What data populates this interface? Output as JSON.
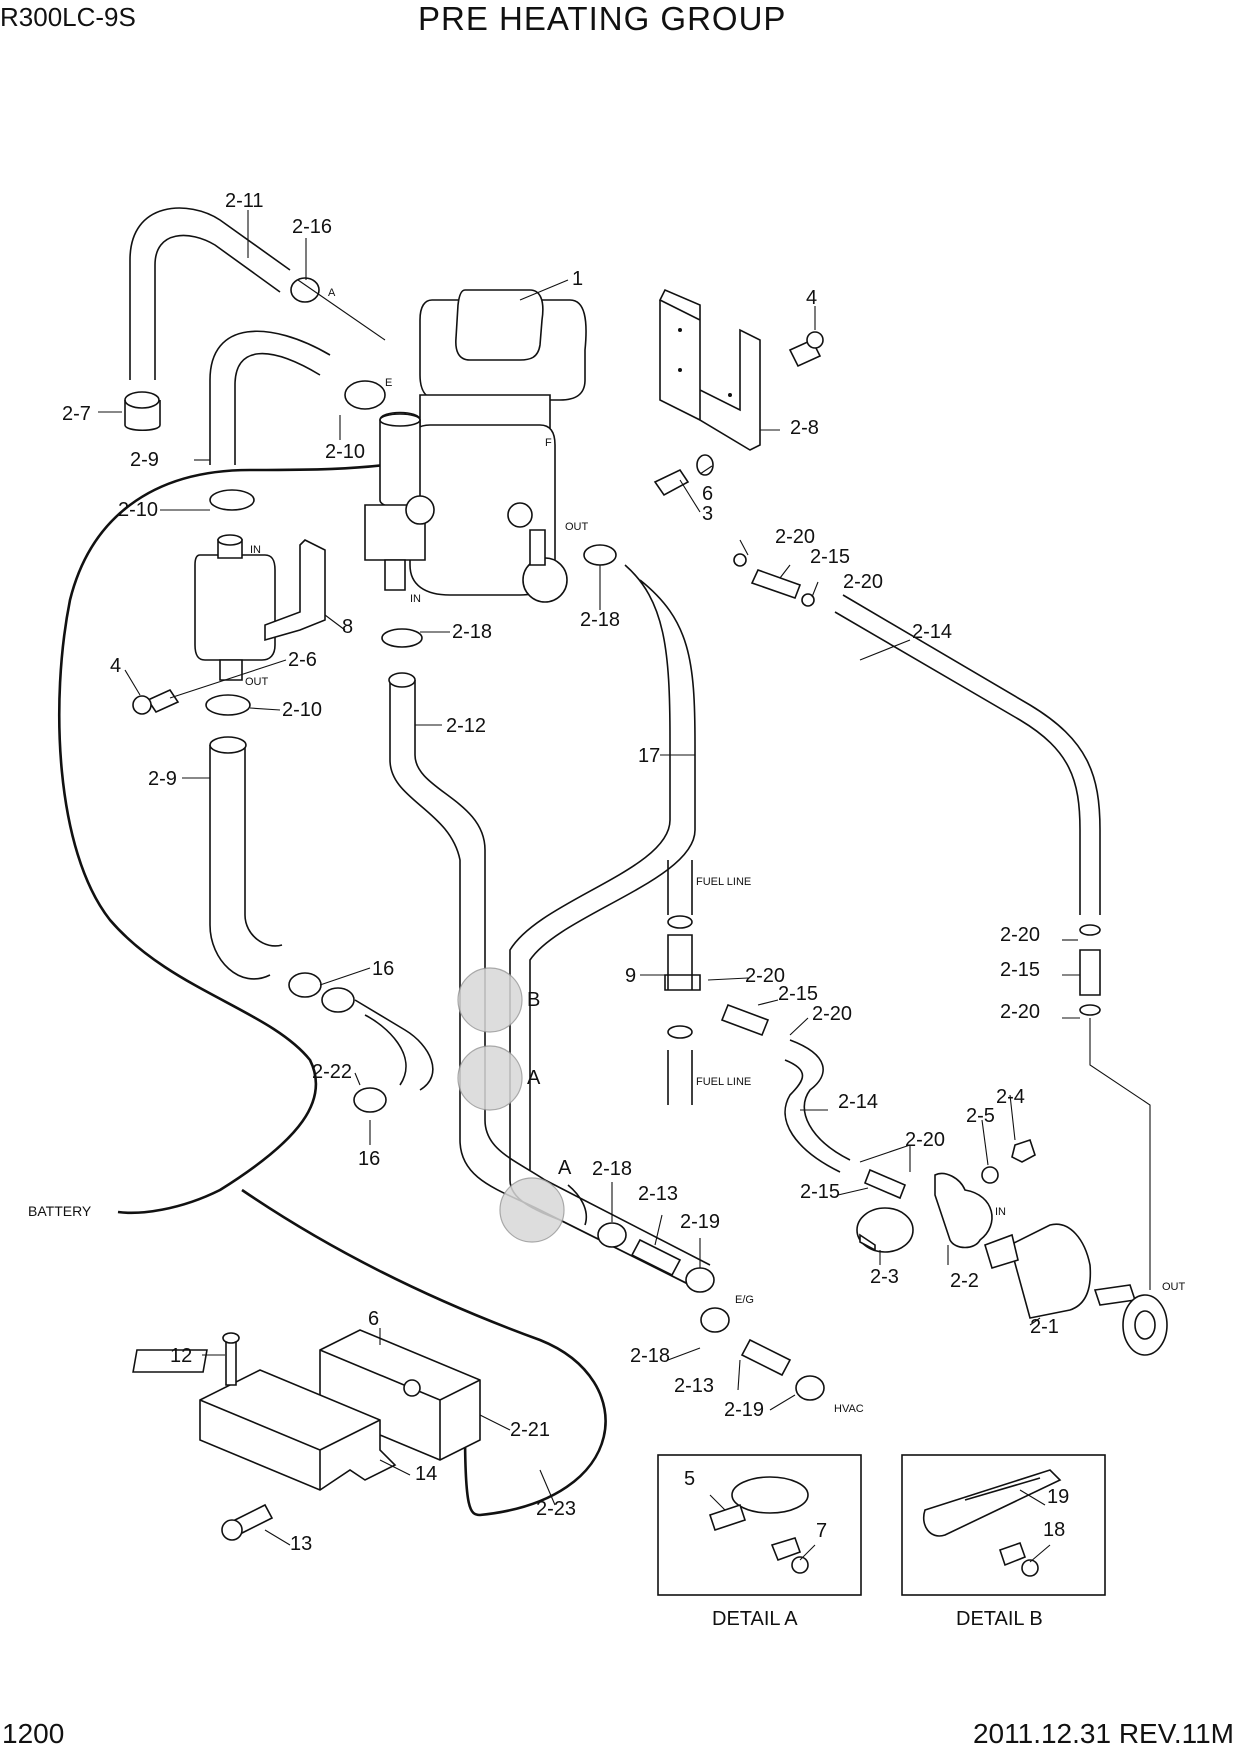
{
  "header": {
    "model": "R300LC-9S",
    "title": "PRE HEATING GROUP",
    "page_number": "1200",
    "revision": "2011.12.31  REV.11M"
  },
  "part_labels": [
    {
      "id": "p1",
      "text": "1"
    },
    {
      "id": "p2_11",
      "text": "2-11"
    },
    {
      "id": "p2_16",
      "text": "2-16"
    },
    {
      "id": "p4a",
      "text": "4"
    },
    {
      "id": "p2_8",
      "text": "2-8"
    },
    {
      "id": "p6a",
      "text": "6"
    },
    {
      "id": "p3",
      "text": "3"
    },
    {
      "id": "p2_7",
      "text": "2-7"
    },
    {
      "id": "p2_10a",
      "text": "2-10"
    },
    {
      "id": "p2_9a",
      "text": "2-9"
    },
    {
      "id": "p2_10b",
      "text": "2-10"
    },
    {
      "id": "p8",
      "text": "8"
    },
    {
      "id": "p2_6",
      "text": "2-6"
    },
    {
      "id": "p4b",
      "text": "4"
    },
    {
      "id": "p2_10c",
      "text": "2-10"
    },
    {
      "id": "p2_18a",
      "text": "2-18"
    },
    {
      "id": "p2_18b",
      "text": "2-18"
    },
    {
      "id": "p2_20a",
      "text": "2-20"
    },
    {
      "id": "p2_15a",
      "text": "2-15"
    },
    {
      "id": "p2_20b",
      "text": "2-20"
    },
    {
      "id": "p2_14a",
      "text": "2-14"
    },
    {
      "id": "p2_12",
      "text": "2-12"
    },
    {
      "id": "p17",
      "text": "17"
    },
    {
      "id": "p2_9b",
      "text": "2-9"
    },
    {
      "id": "p16a",
      "text": "16"
    },
    {
      "id": "p2_22",
      "text": "2-22"
    },
    {
      "id": "p16b",
      "text": "16"
    },
    {
      "id": "pB",
      "text": "B"
    },
    {
      "id": "pA1",
      "text": "A"
    },
    {
      "id": "pA2",
      "text": "A"
    },
    {
      "id": "p2_18c",
      "text": "2-18"
    },
    {
      "id": "p2_13a",
      "text": "2-13"
    },
    {
      "id": "p2_19a",
      "text": "2-19"
    },
    {
      "id": "p9",
      "text": "9"
    },
    {
      "id": "p2_20c",
      "text": "2-20"
    },
    {
      "id": "p2_15b",
      "text": "2-15"
    },
    {
      "id": "p2_20d",
      "text": "2-20"
    },
    {
      "id": "p2_14b",
      "text": "2-14"
    },
    {
      "id": "p2_20e",
      "text": "2-20"
    },
    {
      "id": "p2_15c",
      "text": "2-15"
    },
    {
      "id": "p2_20f",
      "text": "2-20"
    },
    {
      "id": "p2_4",
      "text": "2-4"
    },
    {
      "id": "p2_5",
      "text": "2-5"
    },
    {
      "id": "p2_20g",
      "text": "2-20"
    },
    {
      "id": "p2_15d",
      "text": "2-15"
    },
    {
      "id": "p2_3",
      "text": "2-3"
    },
    {
      "id": "p2_2",
      "text": "2-2"
    },
    {
      "id": "p2_1",
      "text": "2-1"
    },
    {
      "id": "p2_18d",
      "text": "2-18"
    },
    {
      "id": "p2_13b",
      "text": "2-13"
    },
    {
      "id": "p2_19b",
      "text": "2-19"
    },
    {
      "id": "p6b",
      "text": "6"
    },
    {
      "id": "p12",
      "text": "12"
    },
    {
      "id": "p2_21",
      "text": "2-21"
    },
    {
      "id": "p14",
      "text": "14"
    },
    {
      "id": "p2_23",
      "text": "2-23"
    },
    {
      "id": "p13",
      "text": "13"
    },
    {
      "id": "p5",
      "text": "5"
    },
    {
      "id": "p7",
      "text": "7"
    },
    {
      "id": "p19",
      "text": "19"
    },
    {
      "id": "p18",
      "text": "18"
    }
  ],
  "small_labels": [
    {
      "id": "sA",
      "text": "A"
    },
    {
      "id": "sE",
      "text": "E"
    },
    {
      "id": "sF",
      "text": "F"
    },
    {
      "id": "sOUT1",
      "text": "OUT"
    },
    {
      "id": "sIN1",
      "text": "IN"
    },
    {
      "id": "sIN2",
      "text": "IN"
    },
    {
      "id": "sOUT2",
      "text": "OUT"
    },
    {
      "id": "sFL1",
      "text": "FUEL LINE"
    },
    {
      "id": "sFL2",
      "text": "FUEL LINE"
    },
    {
      "id": "sEG",
      "text": "E/G"
    },
    {
      "id": "sHVAC",
      "text": "HVAC"
    },
    {
      "id": "sIN3",
      "text": "IN"
    },
    {
      "id": "sOUT3",
      "text": "OUT"
    },
    {
      "id": "sBAT",
      "text": "BATTERY"
    }
  ],
  "details": {
    "detail_a": "DETAIL A",
    "detail_b": "DETAIL B"
  }
}
